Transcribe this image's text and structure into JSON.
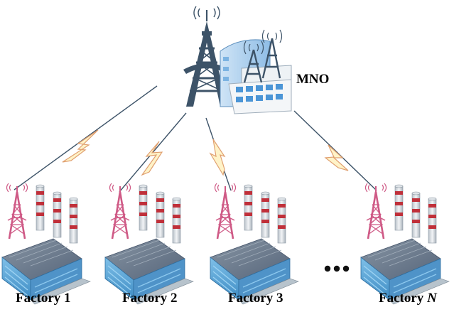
{
  "operator": {
    "label": "MNO"
  },
  "factories": [
    {
      "name": "Factory 1",
      "suffix": ""
    },
    {
      "name": "Factory 2",
      "suffix": ""
    },
    {
      "name": "Factory 3",
      "suffix": ""
    },
    {
      "name": "Factory ",
      "suffix": "N"
    }
  ],
  "colors": {
    "tower_main": "#3d5368",
    "tower_factory": "#cf5a86",
    "link_line": "#3d5368",
    "bolt_fill": "#fff3c8",
    "bolt_stroke": "#e0a070",
    "factory_roof": "#6e7d8e",
    "factory_wall": "#5ba7d6",
    "chimney_band": "#c0303a",
    "building_blue": "#9fc9ec"
  },
  "icons": [
    "main-tower-icon",
    "mno-building-icon",
    "factory-tower-icon",
    "factory-icon",
    "wireless-link-icon",
    "ellipsis-icon"
  ]
}
